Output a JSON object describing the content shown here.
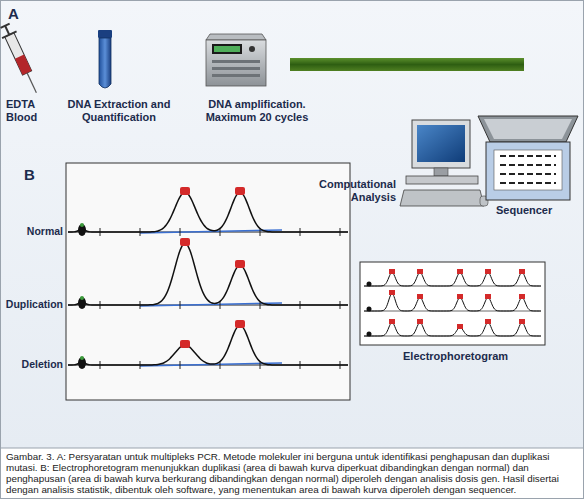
{
  "diagram": {
    "caption": "Gambar. 3. A: Persyaratan untuk multipleks PCR. Metode molekuler ini berguna untuk identifikasi penghapusan dan duplikasi mutasi. B: Electrophoretogram menunjukkan duplikasi (area di bawah kurva diperkuat dibandingkan dengan normal) dan penghapusan (area di bawah kurva berkurang dibandingkan dengan normal) diperoleh dengan analisis dosis gen. Hasil disertai dengan analisis statistik, dibentuk oleh software, yang menentukan area di bawah kurva diperoleh dengan sequencer.",
    "labels": [
      "A",
      "EDTA Blood",
      "DNA Extraction and Quantification",
      "DNA amplification. Maximum 20 cycles",
      "Computational Analysis",
      "Sequencer",
      "B",
      "Normal",
      "Duplication",
      "Deletion",
      "Electrophoretogram"
    ]
  }
}
